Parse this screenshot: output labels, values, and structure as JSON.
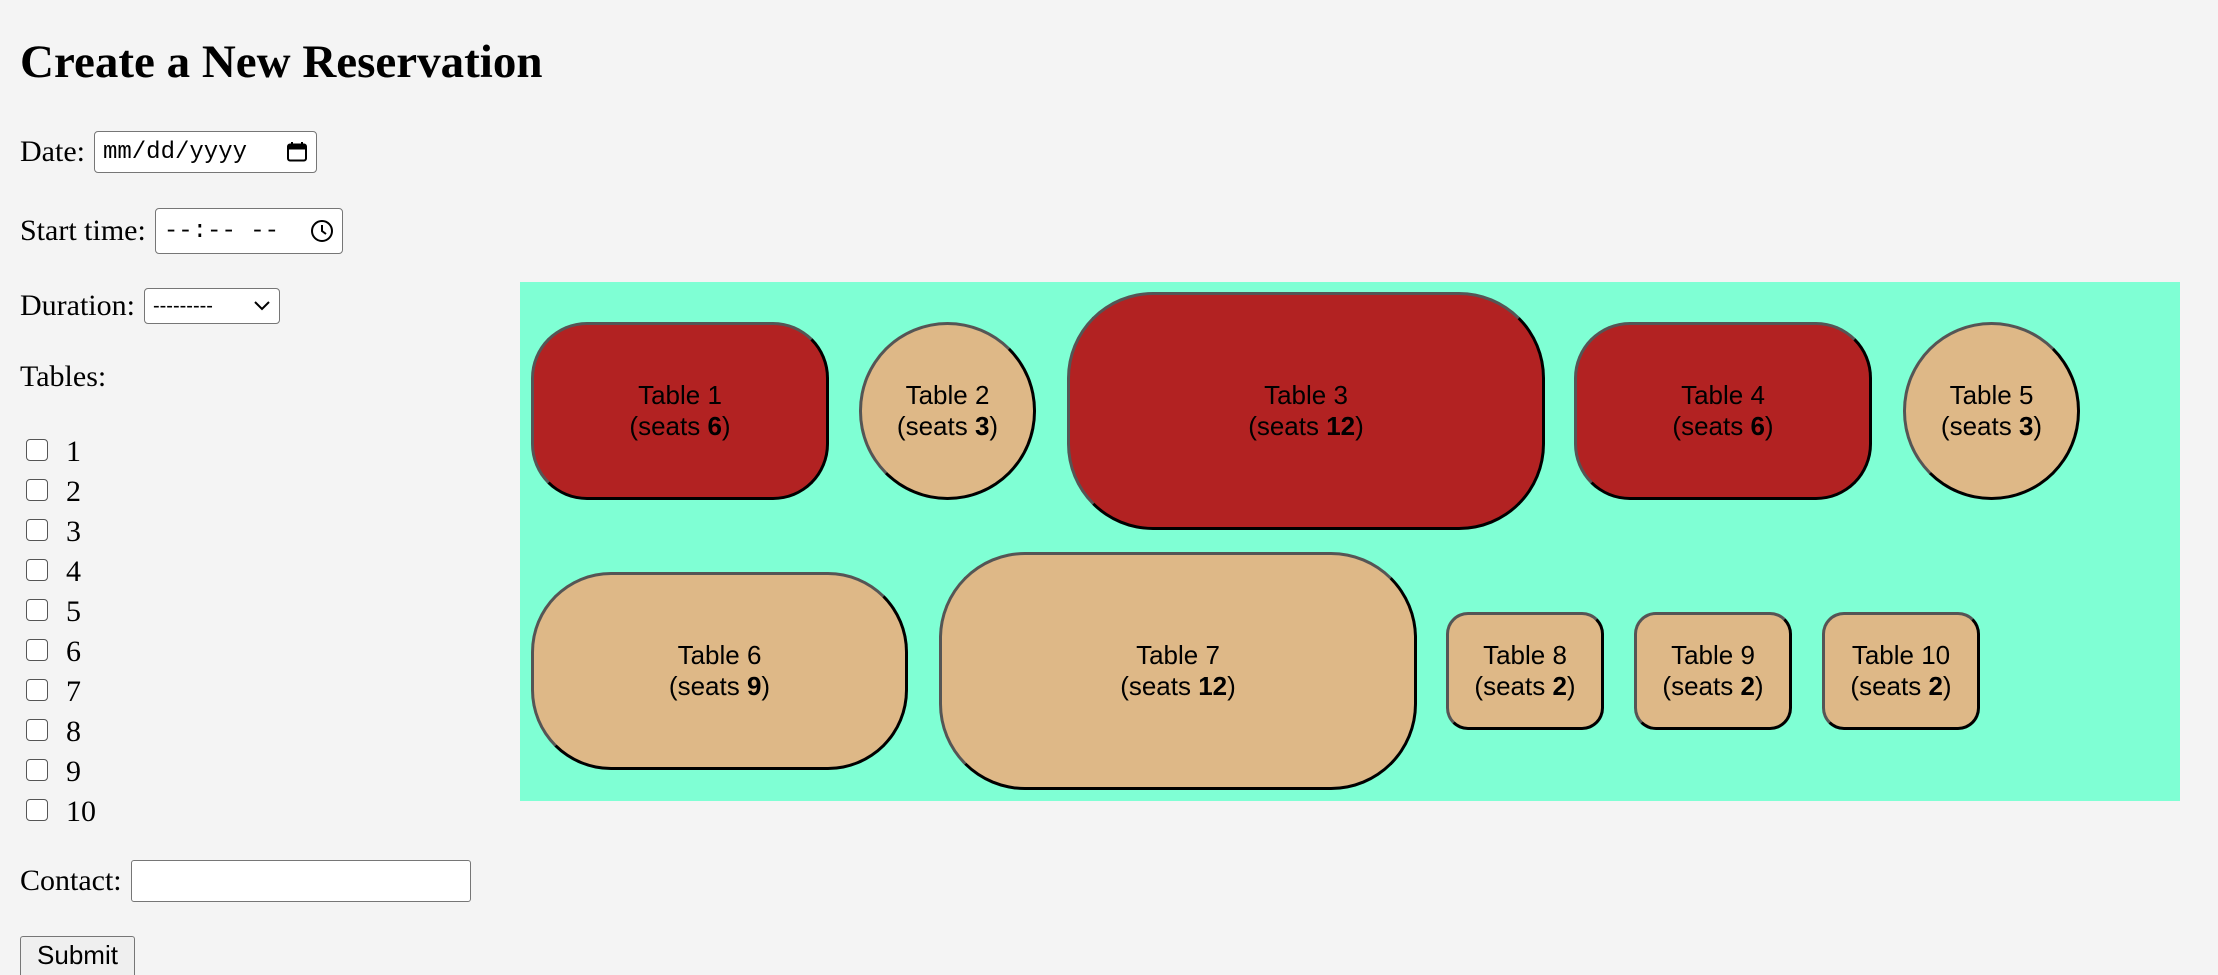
{
  "page_title": "Create a New Reservation",
  "form": {
    "date_label": "Date:",
    "date_placeholder": "mm/dd/yyyy",
    "start_time_label": "Start time:",
    "start_time_placeholder": "--:-- --",
    "duration_label": "Duration:",
    "duration_value": "---------",
    "tables_label": "Tables:",
    "table_options": [
      "1",
      "2",
      "3",
      "4",
      "5",
      "6",
      "7",
      "8",
      "9",
      "10"
    ],
    "contact_label": "Contact:",
    "contact_value": "",
    "submit_label": "Submit"
  },
  "floor_plan": {
    "background": "#7fffd4",
    "reserved_color": "#b22222",
    "available_color": "#deb887",
    "tables": [
      {
        "name": "Table 1",
        "seats_prefix": "(seats ",
        "seats": "6",
        "seats_suffix": ")",
        "status": "reserved"
      },
      {
        "name": "Table 2",
        "seats_prefix": "(seats ",
        "seats": "3",
        "seats_suffix": ")",
        "status": "available"
      },
      {
        "name": "Table 3",
        "seats_prefix": "(seats ",
        "seats": "12",
        "seats_suffix": ")",
        "status": "reserved"
      },
      {
        "name": "Table 4",
        "seats_prefix": "(seats ",
        "seats": "6",
        "seats_suffix": ")",
        "status": "reserved"
      },
      {
        "name": "Table 5",
        "seats_prefix": "(seats ",
        "seats": "3",
        "seats_suffix": ")",
        "status": "available"
      },
      {
        "name": "Table 6",
        "seats_prefix": "(seats ",
        "seats": "9",
        "seats_suffix": ")",
        "status": "available"
      },
      {
        "name": "Table 7",
        "seats_prefix": "(seats ",
        "seats": "12",
        "seats_suffix": ")",
        "status": "available"
      },
      {
        "name": "Table 8",
        "seats_prefix": "(seats ",
        "seats": "2",
        "seats_suffix": ")",
        "status": "available"
      },
      {
        "name": "Table 9",
        "seats_prefix": "(seats ",
        "seats": "2",
        "seats_suffix": ")",
        "status": "available"
      },
      {
        "name": "Table 10",
        "seats_prefix": "(seats ",
        "seats": "2",
        "seats_suffix": ")",
        "status": "available"
      }
    ]
  }
}
